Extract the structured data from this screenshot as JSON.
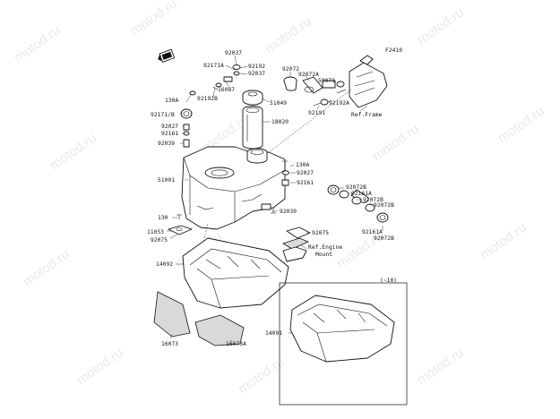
{
  "diagram": {
    "code": "F2410",
    "watermark_text": "motod.ru",
    "variant_note": "(~10)",
    "labels": {
      "p92037a": "92037",
      "p92171a": "92171A",
      "p92192": "92192",
      "p92037b": "92037",
      "p16087": "16087",
      "p130a_1": "130A",
      "p92192b": "92192B",
      "p51049": "51049",
      "p92171b": "92171/B",
      "p18020": "18020",
      "p92027a": "92027",
      "p92161a": "92161",
      "p92039a": "92039",
      "p51001": "51001",
      "p92072": "92072",
      "p92072a": "92072A",
      "p59071": "59071",
      "p92191": "92191",
      "p92192a": "92192A",
      "ref_frame": "Ref.Frame",
      "p130a_2": "130A",
      "p92027b": "92027",
      "p92161b": "92161",
      "p92039b": "92039",
      "p92072b_1": "92072B",
      "p92161a_2": "92161A",
      "p92072b_2": "92072B",
      "p92072b_3": "92072B",
      "p92161a_3": "92161A",
      "p92072b_4": "92072B",
      "p130": "130",
      "p11053": "11053",
      "p92075a": "92075",
      "p92075b": "92075",
      "ref_engine_1": "Ref.Engine",
      "ref_engine_2": "Mount",
      "p14092": "14092",
      "p14091": "14091",
      "p16073": "16073",
      "p16073a": "16073A"
    }
  }
}
